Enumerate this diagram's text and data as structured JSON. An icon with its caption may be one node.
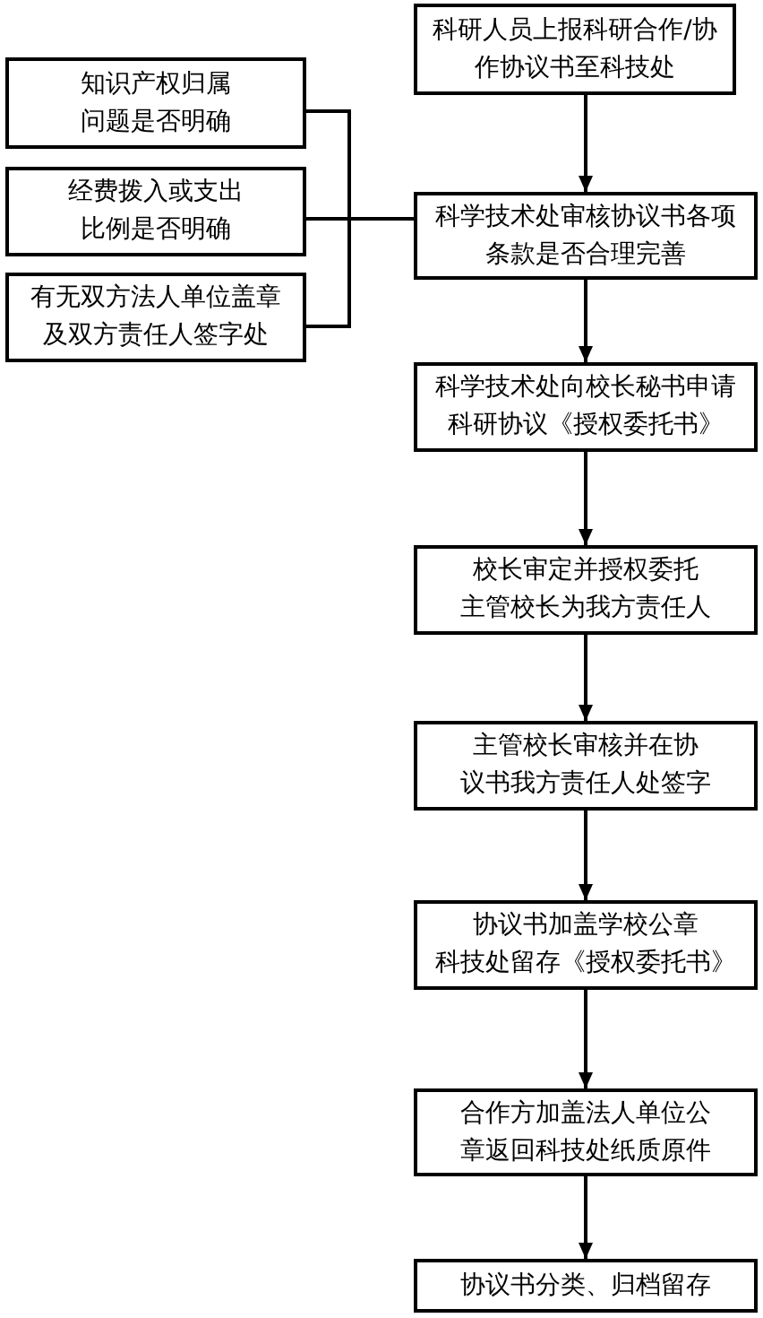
{
  "diagram": {
    "nodes": [
      {
        "text": [
          "科研人员上报科研合作/协作协议书至科技处"
        ]
      },
      {
        "text": [
          "知识产权归属问题是否明确"
        ]
      },
      {
        "text": [
          "经费拨入或支出比例是否明确"
        ]
      },
      {
        "text": [
          "有无双方法人单位盖章及双方责任人签字处"
        ]
      },
      {
        "text": [
          "科学技术处审核协议书各项条款是否合理完善"
        ]
      },
      {
        "text": [
          "科学技术处向校长秘书申请科研协议《授权委托书》"
        ]
      },
      {
        "text": [
          "校长审定并授权委托主管校长为我方责任人"
        ]
      },
      {
        "text": [
          "主管校长审核并在协议书我方责任人处签字"
        ]
      },
      {
        "text": [
          "协议书加盖学校公章科技处留存《授权委托书》"
        ]
      },
      {
        "text": [
          "合作方加盖法人单位公章返回科技处纸质原件"
        ]
      },
      {
        "text": [
          "协议书分类、归档留存"
        ]
      }
    ],
    "edges": [
      {
        "from": 0,
        "to": 4,
        "arrow": "to"
      },
      {
        "from": 1,
        "to": 4,
        "arrow": "none"
      },
      {
        "from": 2,
        "to": 4,
        "arrow": "none"
      },
      {
        "from": 3,
        "to": 4,
        "arrow": "none"
      },
      {
        "from": 4,
        "to": 5,
        "arrow": "to"
      },
      {
        "from": 5,
        "to": 6,
        "arrow": "to"
      },
      {
        "from": 6,
        "to": 7,
        "arrow": "to"
      },
      {
        "from": 7,
        "to": 8,
        "arrow": "to"
      },
      {
        "from": 8,
        "to": 9,
        "arrow": "to"
      },
      {
        "from": 9,
        "to": 10,
        "arrow": "to"
      }
    ]
  }
}
